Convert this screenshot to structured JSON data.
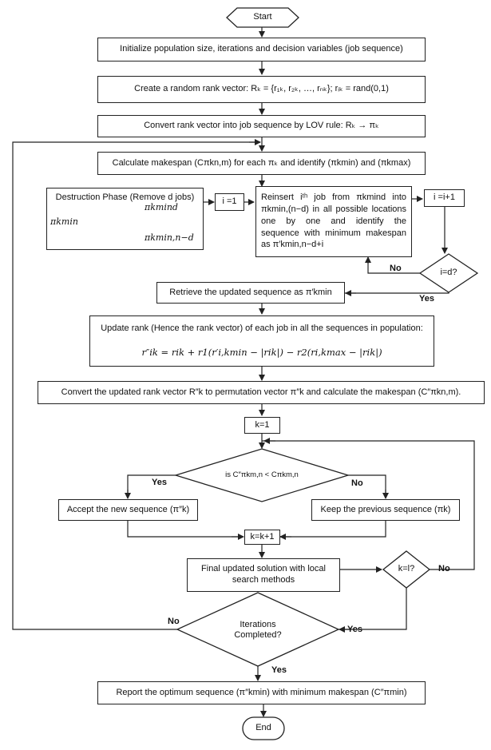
{
  "flowchart": {
    "start": "Start",
    "end": "End",
    "init": "Initialize population size, iterations and decision variables (job sequence)",
    "rank_vector": "Create a random rank vector: Rₖ = {r₁ₖ, r₂ₖ, …, rₙₖ}; rᵢₖ = rand(0,1)",
    "convert_lov": "Convert rank vector into job sequence by LOV rule: Rₖ → πₖ",
    "calc_makespan": "Calculate makespan (Cπkn,m) for each πₖ and identify (πkmin) and (πkmax)",
    "destruction_title": "Destruction Phase (Remove d jobs)",
    "destruction_pi_kmin": "πkmin",
    "destruction_pi_kmind": "πkmind",
    "destruction_pi_kmin_nd": "πkmin,n−d",
    "i_init": "i =1",
    "reinsert": "Reinsert iᵗʰ job from πkmind into πkmin,(n−d) in all possible locations one by one and identify the sequence with minimum makespan as π′kmin,n−d+i",
    "i_increment": "i =i+1",
    "i_decision": "i=d?",
    "retrieve": "Retrieve the updated sequence as  π′kmin",
    "update_rank_title": "Update rank (Hence the rank vector) of each job in all the sequences in population:",
    "update_rank_formula": "r″ik = rik + r1(r′i,kmin − |rik|) − r2(ri,kmax − |rik|)",
    "convert_updated": "Convert the updated rank vector R″k to permutation vector π″k and calculate the makespan (C″πkn,m).",
    "k_init": "k=1",
    "k_decision": "is C″πkm,n < Cπkm,n",
    "accept_new": "Accept the new sequence (π″k)",
    "keep_previous": "Keep the previous sequence (πk)",
    "k_increment": "k=k+1",
    "final_local": "Final updated solution with local search methods",
    "k_end_decision": "k=l?",
    "iterations_decision_line1": "Iterations",
    "iterations_decision_line2": "Completed?",
    "report": "Report the optimum sequence (π″kmin) with minimum makespan (C″πmin)",
    "labels": {
      "yes": "Yes",
      "no": "No"
    }
  }
}
